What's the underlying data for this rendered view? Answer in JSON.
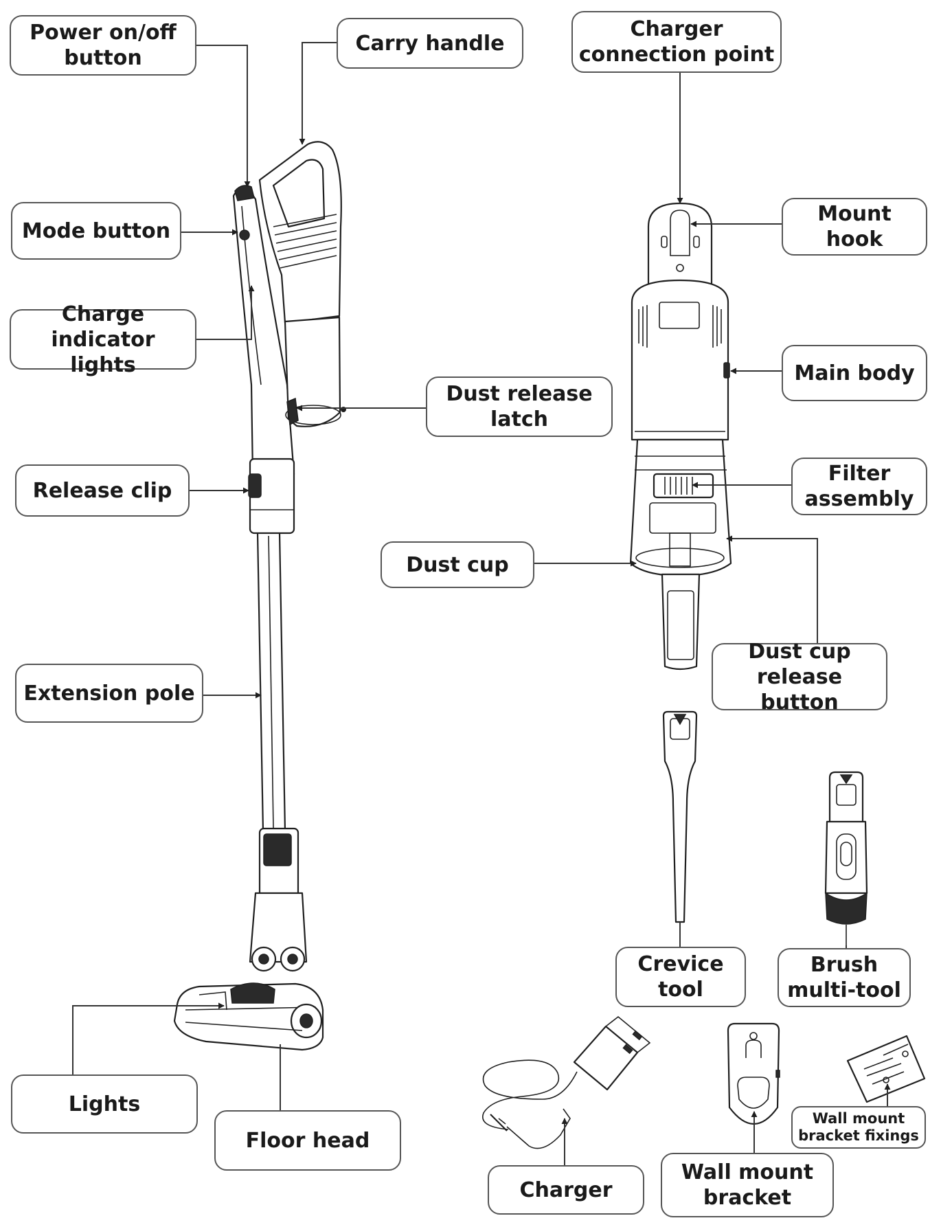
{
  "labels": {
    "power_button": "Power on/off\nbutton",
    "carry_handle": "Carry handle",
    "charger_connection_point": "Charger\nconnection point",
    "mode_button": "Mode button",
    "mount_hook": "Mount hook",
    "charge_indicator_lights": "Charge\nindicator lights",
    "main_body": "Main body",
    "dust_release_latch": "Dust release\nlatch",
    "filter_assembly": "Filter\nassembly",
    "release_clip": "Release clip",
    "dust_cup": "Dust cup",
    "dust_cup_release_button": "Dust cup\nrelease button",
    "extension_pole": "Extension pole",
    "crevice_tool": "Crevice\ntool",
    "brush_multi_tool": "Brush\nmulti-tool",
    "lights": "Lights",
    "floor_head": "Floor head",
    "charger": "Charger",
    "wall_mount_bracket": "Wall mount\nbracket",
    "wall_mount_bracket_fixings": "Wall mount\nbracket fixings"
  },
  "colors": {
    "outline": "#1f1f1f",
    "box_border": "#555555",
    "text": "#1a1a1a"
  }
}
